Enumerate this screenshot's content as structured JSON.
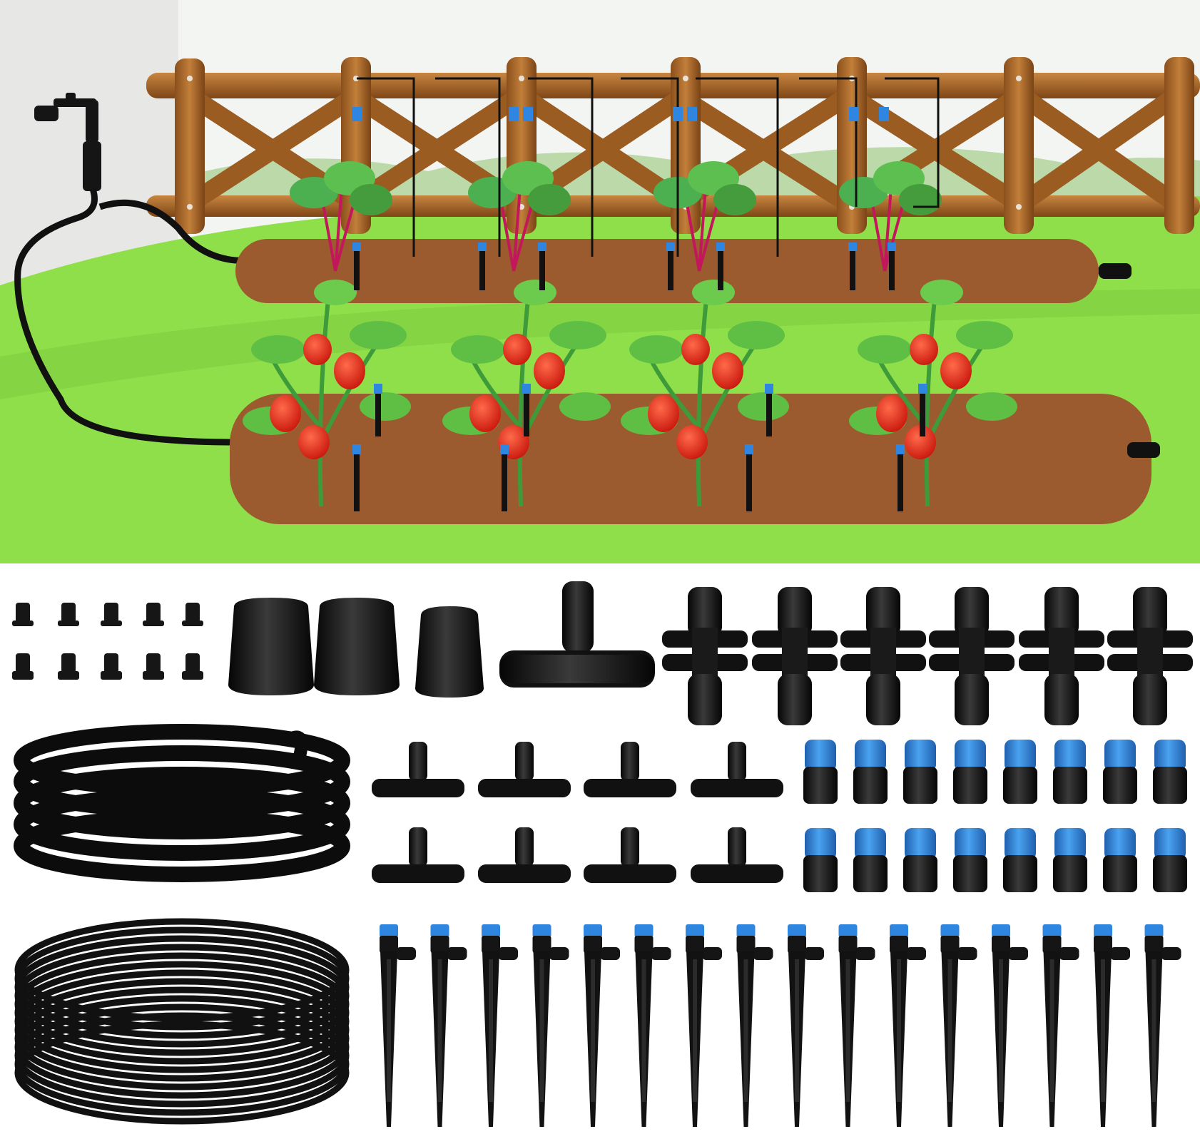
{
  "product": {
    "illustration": {
      "sky_color": "#f2f4f2",
      "lawn_color": "#8ee04a",
      "soil_color": "#9a5a2e",
      "fence_color": "#a9682a",
      "hose_color": "#111111"
    },
    "parts_panel": {
      "background": "#ffffff",
      "part_color": "#141414",
      "accent_color": "#2f86e0",
      "groups": [
        {
          "icon": "hole-plug-icon",
          "count": 10
        },
        {
          "icon": "end-cap-icon",
          "count": 3
        },
        {
          "icon": "tee-connector-large-icon",
          "count": 1
        },
        {
          "icon": "cross-connector-icon",
          "count": 6
        },
        {
          "icon": "tubing-coil-large-icon",
          "count": 1
        },
        {
          "icon": "tee-connector-small-icon",
          "count": 8
        },
        {
          "icon": "blue-adapter-icon",
          "count": 16
        },
        {
          "icon": "tubing-coil-small-icon",
          "count": 1
        },
        {
          "icon": "drip-stake-icon",
          "count": 16
        }
      ]
    }
  }
}
